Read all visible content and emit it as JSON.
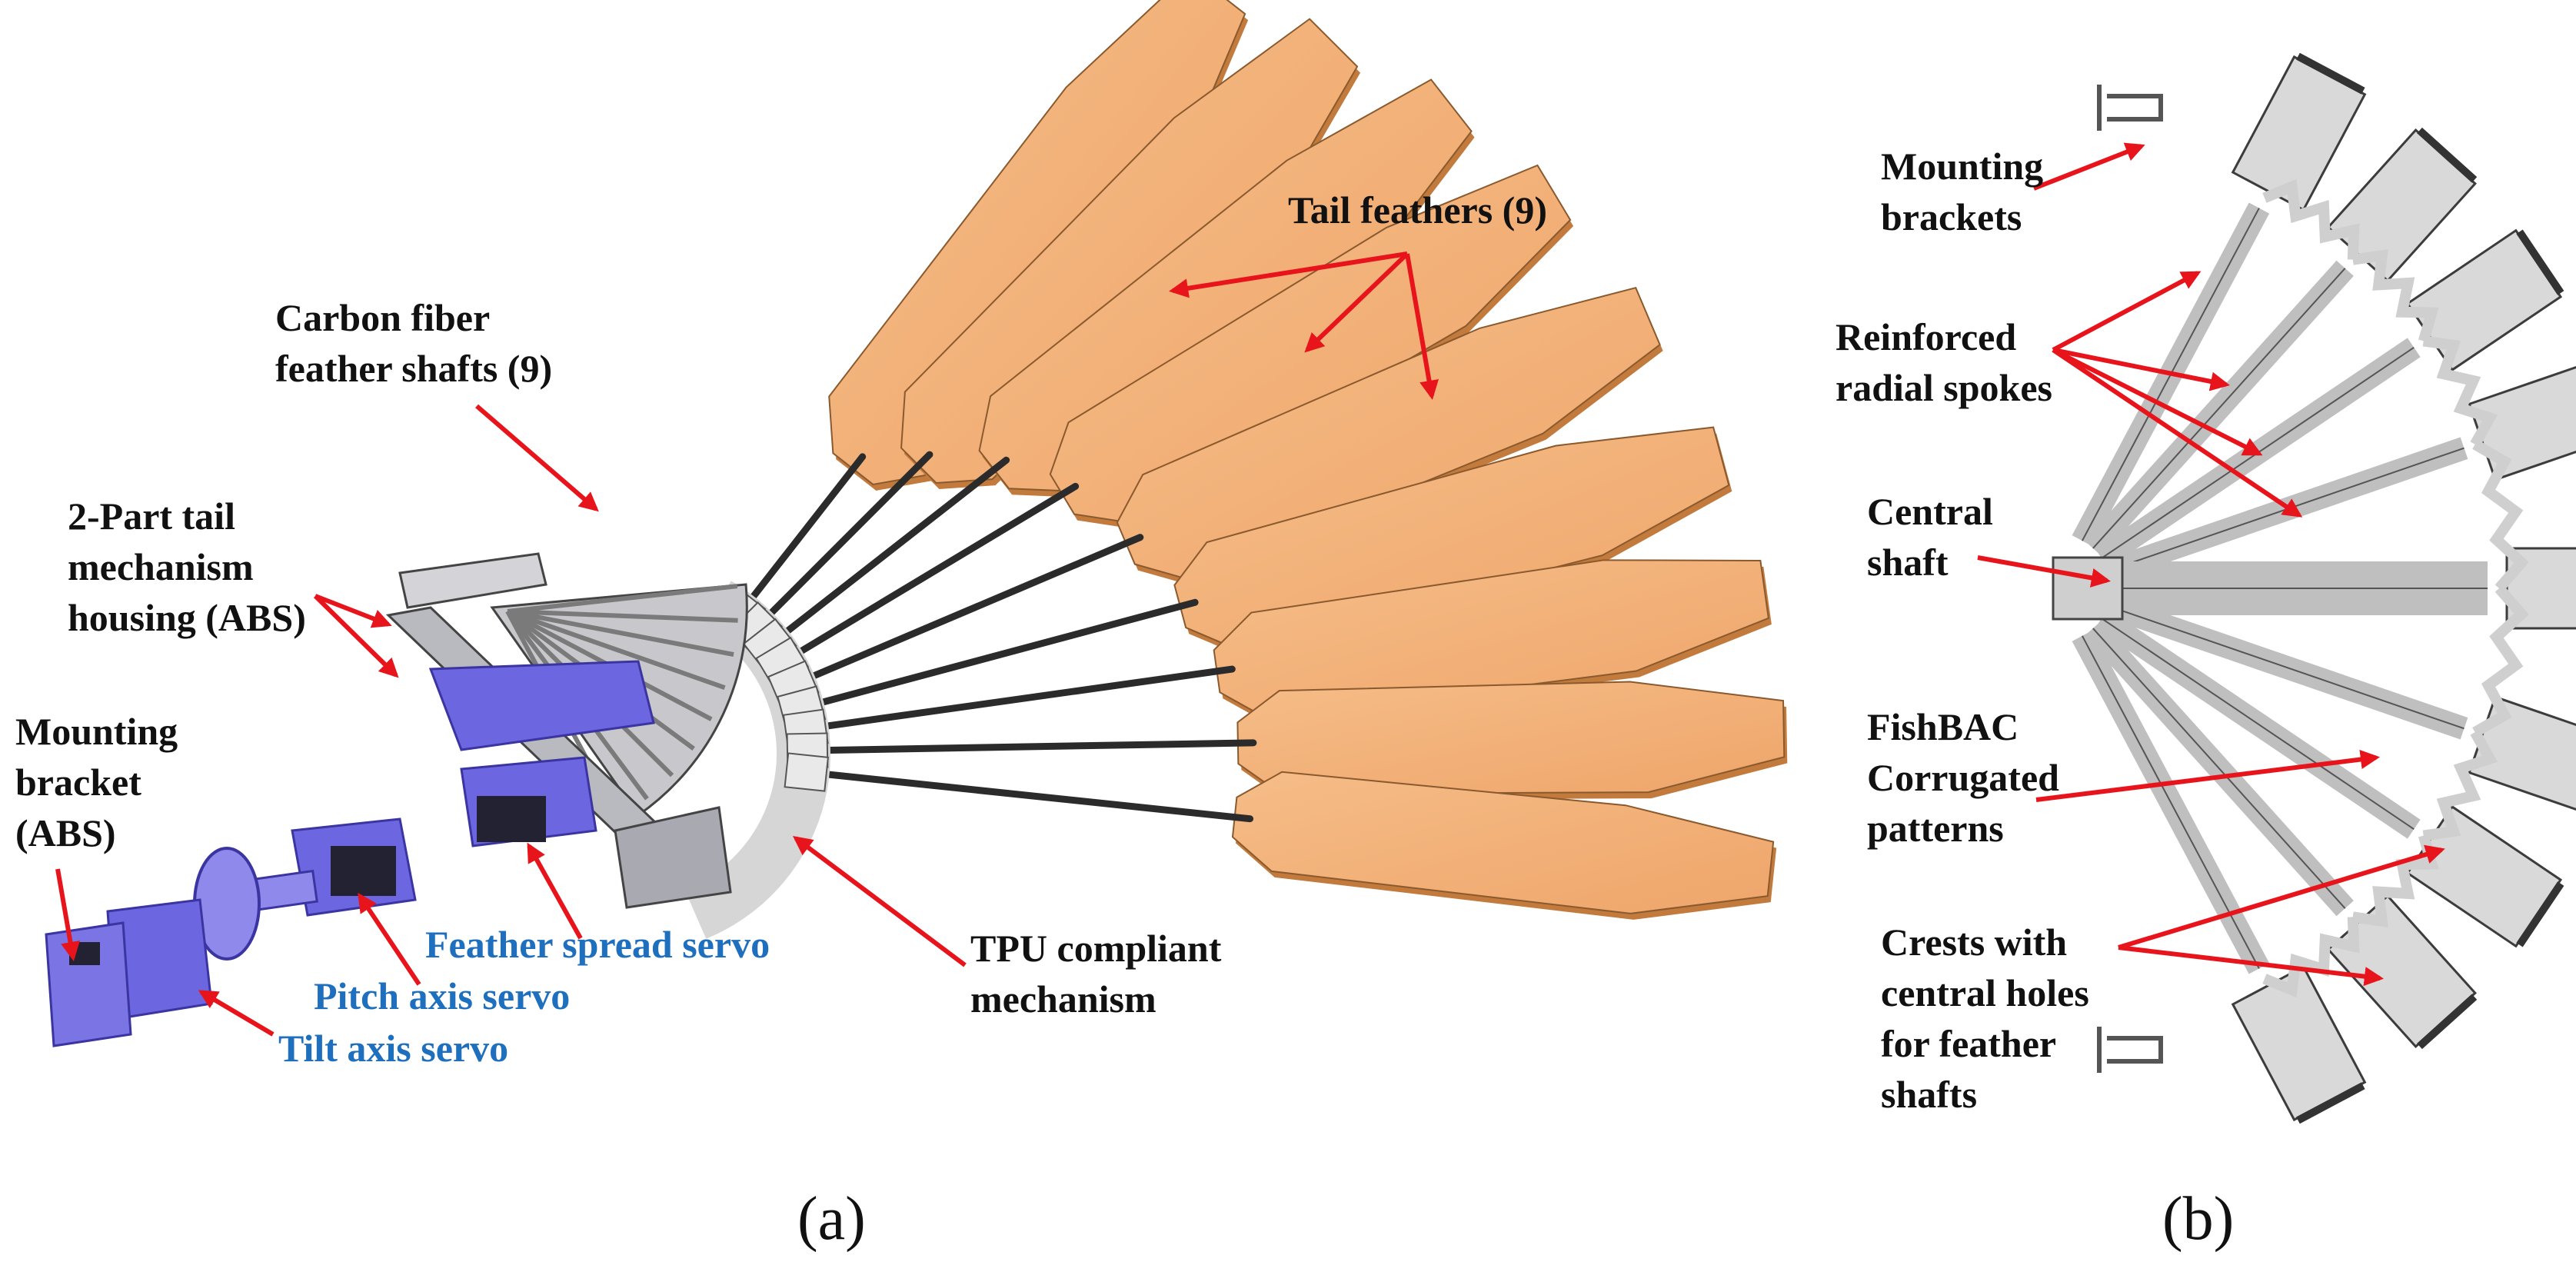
{
  "figure": {
    "panel_a": {
      "caption": "(a)",
      "labels": {
        "tail_feathers": "Tail feathers (9)",
        "carbon_shafts": "Carbon fiber\nfeather shafts (9)",
        "housing": "2-Part tail\nmechanism\nhousing (ABS)",
        "mounting_bracket": "Mounting\nbracket\n(ABS)",
        "feather_spread_servo": "Feather spread servo",
        "pitch_axis_servo": "Pitch axis servo",
        "tilt_axis_servo": "Tilt axis servo",
        "tpu_compliant": "TPU compliant\nmechanism"
      }
    },
    "panel_b": {
      "caption": "(b)",
      "labels": {
        "mounting_brackets": "Mounting\nbrackets",
        "reinforced_spokes": "Reinforced\nradial spokes",
        "central_shaft": "Central\nshaft",
        "fishbac": "FishBAC\nCorrugated\npatterns",
        "crests": "Crests with\ncentral holes\nfor feather\nshafts"
      }
    },
    "colors": {
      "arrow": "#e8141b",
      "feather": "#f3b27a",
      "feather_edge": "#c27a3d",
      "housing": "#c8c8cc",
      "servo_body": "#6c66e0",
      "servo_dark": "#222233",
      "compliant": "#d6d6d6",
      "label_blue": "#1f6fbf"
    }
  }
}
